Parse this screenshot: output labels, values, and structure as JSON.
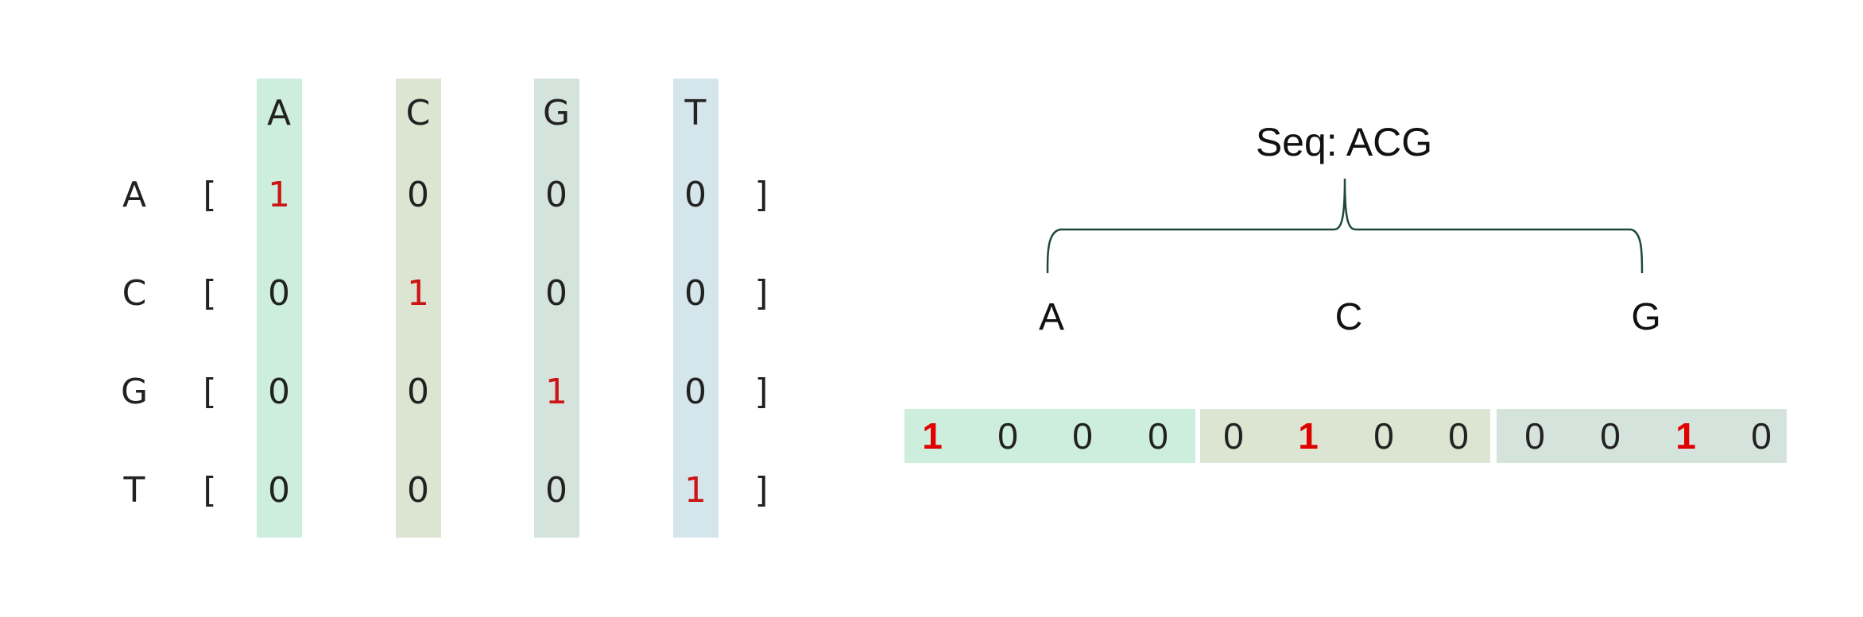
{
  "matrix": {
    "column_headers": [
      "A",
      "C",
      "G",
      "T"
    ],
    "row_labels": [
      "A",
      "C",
      "G",
      "T"
    ],
    "open_bracket": "[",
    "close_bracket": "]",
    "rows": [
      [
        "1",
        "0",
        "0",
        "0"
      ],
      [
        "0",
        "1",
        "0",
        "0"
      ],
      [
        "0",
        "0",
        "1",
        "0"
      ],
      [
        "0",
        "0",
        "0",
        "1"
      ]
    ],
    "column_colors": [
      "#cdeedd",
      "#dce5d1",
      "#d4e3dc",
      "#d4e6ec"
    ]
  },
  "encoding": {
    "title": "Seq: ACG",
    "letters": [
      "A",
      "C",
      "G"
    ],
    "segments": [
      {
        "digits": [
          "1",
          "0",
          "0",
          "0"
        ],
        "color": "#cdeedd"
      },
      {
        "digits": [
          "0",
          "1",
          "0",
          "0"
        ],
        "color": "#dce5d1"
      },
      {
        "digits": [
          "0",
          "0",
          "1",
          "0"
        ],
        "color": "#d4e3dc"
      }
    ],
    "one_color": "#e00000",
    "brace_color": "#1e4a36"
  }
}
